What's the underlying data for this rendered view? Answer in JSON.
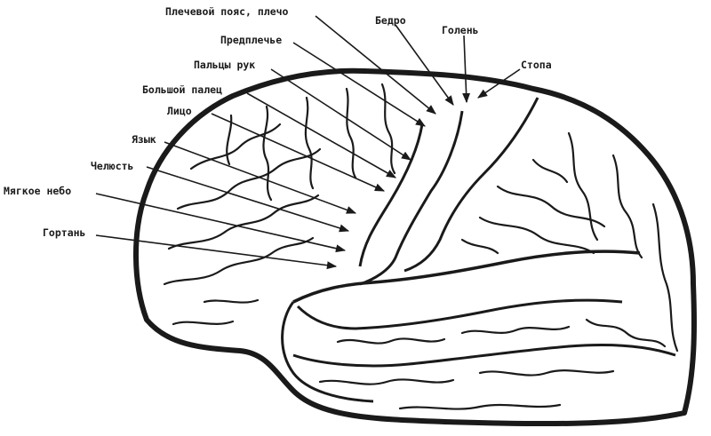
{
  "labels": {
    "shoulder": "Плечевой пояс, плечо",
    "forearm": "Предплечье",
    "fingers": "Пальцы рук",
    "thumb": "Большой палец",
    "face": "Лицо",
    "tongue": "Язык",
    "jaw": "Челюсть",
    "soft_palate": "Мягкое небо",
    "larynx": "Гортань",
    "thigh": "Бедро",
    "shin": "Голень",
    "foot": "Стопа"
  },
  "colors": {
    "ink": "#1a1a1a",
    "paper": "#ffffff"
  }
}
